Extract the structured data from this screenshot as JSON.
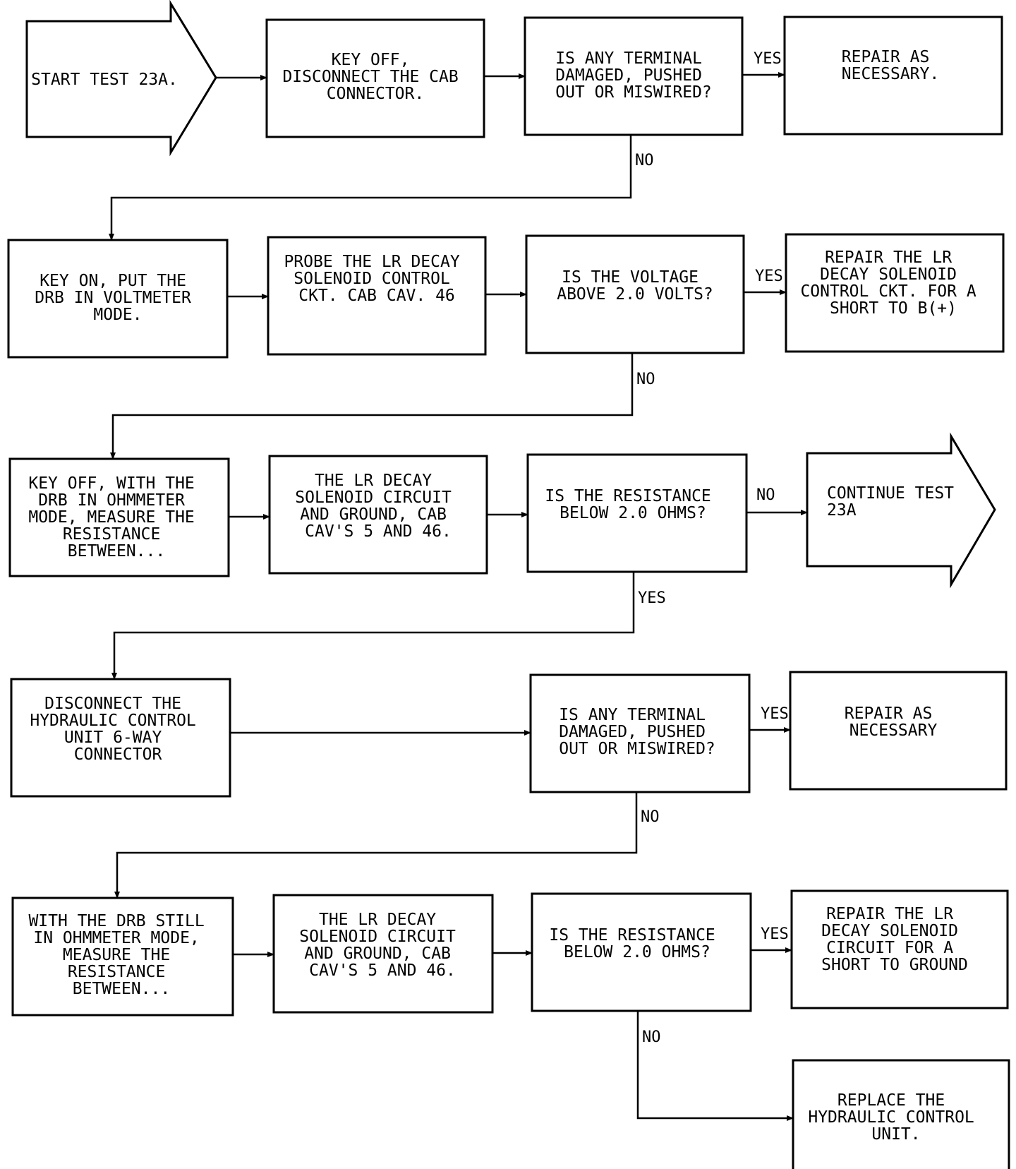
{
  "nodes": {
    "start": {
      "lines": [
        "START TEST 23A."
      ]
    },
    "key_off_1": {
      "lines": [
        "KEY OFF,",
        "DISCONNECT THE CAB",
        "CONNECTOR."
      ]
    },
    "q_term_1": {
      "lines": [
        "IS ANY TERMINAL",
        "DAMAGED, PUSHED",
        "OUT OR MISWIRED?"
      ]
    },
    "repair_1": {
      "lines": [
        "REPAIR AS",
        "NECESSARY."
      ]
    },
    "key_on": {
      "lines": [
        "KEY ON, PUT THE",
        "DRB IN VOLTMETER",
        "MODE."
      ]
    },
    "probe": {
      "lines": [
        "PROBE THE LR DECAY",
        "SOLENOID CONTROL",
        "CKT. CAB CAV. 46"
      ]
    },
    "q_volt": {
      "lines": [
        "IS THE VOLTAGE",
        "ABOVE 2.0 VOLTS?"
      ]
    },
    "repair_2": {
      "lines": [
        "REPAIR THE LR",
        "DECAY SOLENOID",
        "CONTROL CKT. FOR A",
        "SHORT TO B(+)"
      ]
    },
    "key_off_2": {
      "lines": [
        "KEY OFF, WITH THE",
        "DRB IN OHMMETER",
        "MODE, MEASURE THE",
        "RESISTANCE",
        "BETWEEN..."
      ]
    },
    "between_1": {
      "lines": [
        "THE LR DECAY",
        "SOLENOID CIRCUIT",
        "AND GROUND, CAB",
        "CAV'S 5 AND 46."
      ]
    },
    "q_res_1": {
      "lines": [
        "IS THE RESISTANCE",
        "BELOW 2.0 OHMS?"
      ]
    },
    "continue": {
      "lines": [
        "CONTINUE TEST",
        "23A"
      ]
    },
    "disconnect": {
      "lines": [
        "DISCONNECT THE",
        "HYDRAULIC CONTROL",
        "UNIT 6-WAY",
        "CONNECTOR"
      ]
    },
    "q_term_2": {
      "lines": [
        "IS ANY TERMINAL",
        "DAMAGED, PUSHED",
        "OUT OR MISWIRED?"
      ]
    },
    "repair_3": {
      "lines": [
        "REPAIR AS",
        "NECESSARY"
      ]
    },
    "with_drb": {
      "lines": [
        "WITH THE DRB STILL",
        "IN OHMMETER MODE,",
        "MEASURE THE",
        "RESISTANCE",
        "BETWEEN..."
      ]
    },
    "between_2": {
      "lines": [
        "THE LR DECAY",
        "SOLENOID CIRCUIT",
        "AND GROUND, CAB",
        "CAV'S 5 AND 46."
      ]
    },
    "q_res_2": {
      "lines": [
        "IS THE RESISTANCE",
        "BELOW 2.0 OHMS?"
      ]
    },
    "repair_4": {
      "lines": [
        "REPAIR THE LR",
        "DECAY SOLENOID",
        "CIRCUIT FOR A",
        "SHORT TO GROUND"
      ]
    },
    "replace": {
      "lines": [
        "REPLACE THE",
        "HYDRAULIC CONTROL",
        "UNIT."
      ]
    }
  },
  "edges": [
    {
      "from": "start",
      "to": "key_off_1",
      "label": ""
    },
    {
      "from": "key_off_1",
      "to": "q_term_1",
      "label": ""
    },
    {
      "from": "q_term_1",
      "to": "repair_1",
      "label": "YES"
    },
    {
      "from": "q_term_1",
      "to": "key_on",
      "label": "NO"
    },
    {
      "from": "key_on",
      "to": "probe",
      "label": ""
    },
    {
      "from": "probe",
      "to": "q_volt",
      "label": ""
    },
    {
      "from": "q_volt",
      "to": "repair_2",
      "label": "YES"
    },
    {
      "from": "q_volt",
      "to": "key_off_2",
      "label": "NO"
    },
    {
      "from": "key_off_2",
      "to": "between_1",
      "label": ""
    },
    {
      "from": "between_1",
      "to": "q_res_1",
      "label": ""
    },
    {
      "from": "q_res_1",
      "to": "continue",
      "label": "NO"
    },
    {
      "from": "q_res_1",
      "to": "disconnect",
      "label": "YES"
    },
    {
      "from": "disconnect",
      "to": "q_term_2",
      "label": ""
    },
    {
      "from": "q_term_2",
      "to": "repair_3",
      "label": "YES"
    },
    {
      "from": "q_term_2",
      "to": "with_drb",
      "label": "NO"
    },
    {
      "from": "with_drb",
      "to": "between_2",
      "label": ""
    },
    {
      "from": "between_2",
      "to": "q_res_2",
      "label": ""
    },
    {
      "from": "q_res_2",
      "to": "repair_4",
      "label": "YES"
    },
    {
      "from": "q_res_2",
      "to": "replace",
      "label": "NO"
    }
  ]
}
